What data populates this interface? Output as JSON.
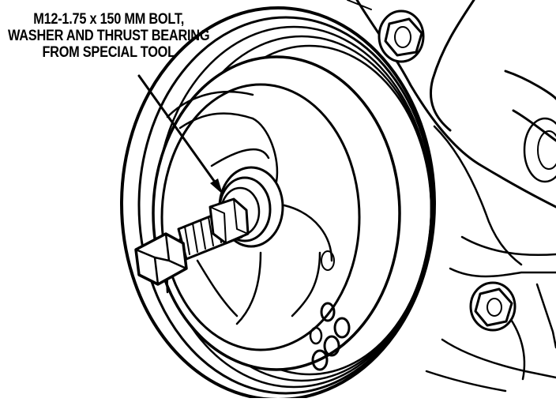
{
  "callout": {
    "line1": "M12-1.75 x 150 MM BOLT,",
    "line2": "WASHER AND THRUST BEARING",
    "line3": "FROM SPECIAL TOOL"
  }
}
